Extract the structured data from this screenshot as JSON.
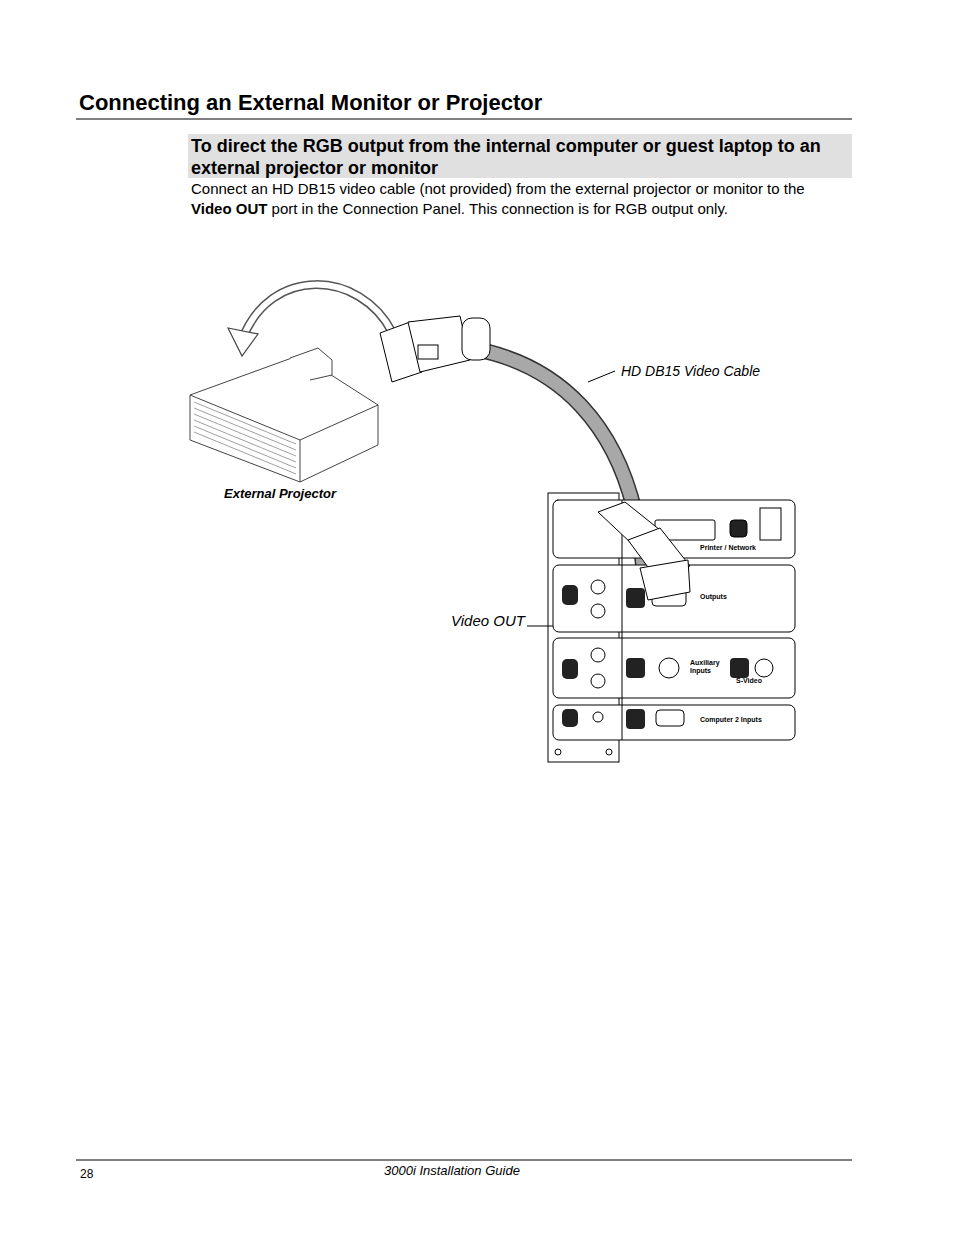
{
  "diagram": {
    "title": "Connecting an External Monitor or Projector",
    "nodes": [
      {
        "text": [
          "External Projector"
        ]
      },
      {
        "text": [
          "Printer / Network"
        ]
      },
      {
        "text": [
          "Outputs"
        ]
      },
      {
        "text": [
          "Auxiliary Inputs",
          "S-Video"
        ]
      },
      {
        "text": [
          "Computer 2 Inputs"
        ]
      }
    ],
    "edges": [
      {
        "from": 0,
        "to": 2,
        "arrow": "none"
      }
    ],
    "labels": [
      "To direct the RGB output from the internal computer or guest laptop to an external projector or monitor",
      "Connect an HD DB15 video cable (not provided) from the external projector or monitor to the",
      "Video OUT",
      "port in the Connection Panel. This connection is for RGB output only.",
      "HD DB15 Video Cable",
      "Video OUT",
      "28",
      "3000i Installation Guide"
    ]
  }
}
